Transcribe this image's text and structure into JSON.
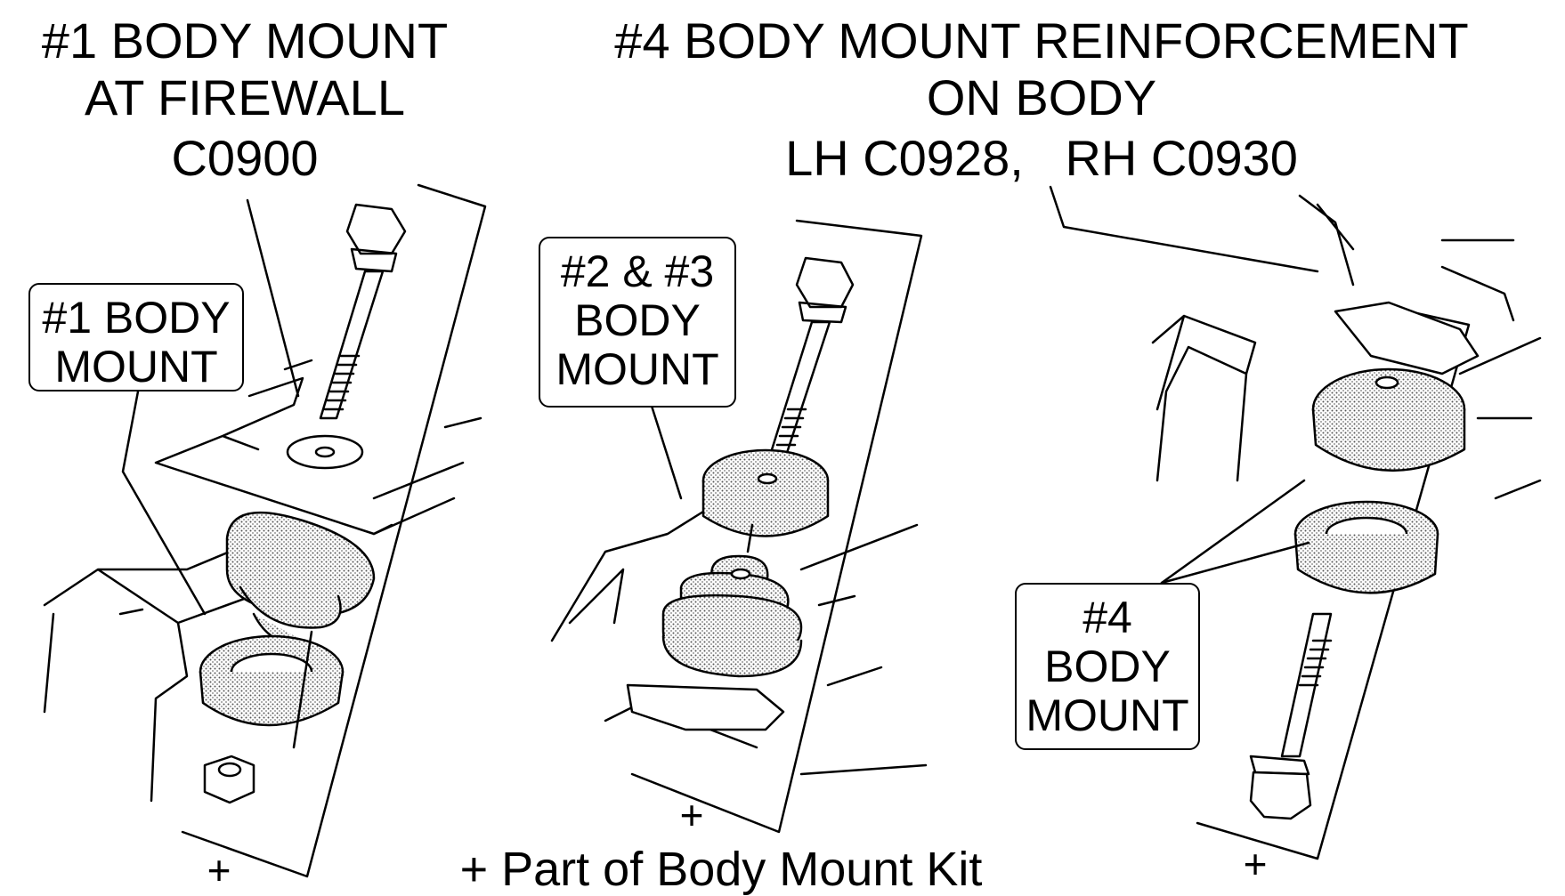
{
  "headings": {
    "left": [
      "#1 BODY MOUNT",
      "AT FIREWALL",
      "C0900"
    ],
    "right": [
      "#4 BODY MOUNT REINFORCEMENT",
      "ON BODY",
      "LH C0928,   RH C0930"
    ]
  },
  "callouts": {
    "mount1": [
      "#1 BODY",
      "MOUNT"
    ],
    "mount23": [
      "#2 & #3",
      "BODY",
      "MOUNT"
    ],
    "mount4": [
      "#4",
      "BODY",
      "MOUNT"
    ]
  },
  "kit_marks": {
    "left": "+",
    "middle": "+",
    "right": "+"
  },
  "footnote": "+ Part of Body Mount Kit",
  "colors": {
    "ink": "#000000",
    "rubber_stipple": "#bdbdbd",
    "background": "#ffffff"
  }
}
